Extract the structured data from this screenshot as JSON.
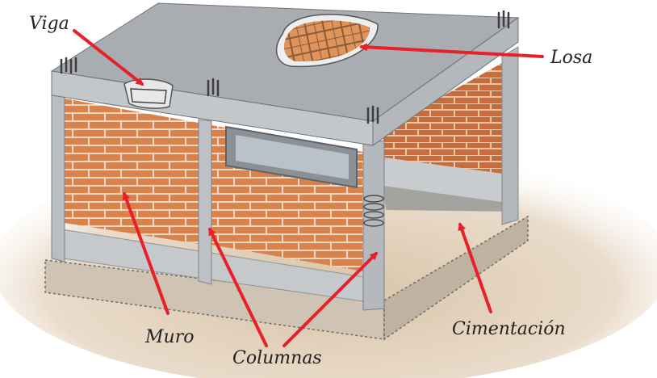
{
  "labels": {
    "viga": "Viga",
    "losa": "Losa",
    "muro": "Muro",
    "columnas": "Columnas",
    "cimentacion": "Cimentación"
  },
  "colors": {
    "arrow": "#e8202a",
    "brick": "#d9824c",
    "mortar": "#efd9c4",
    "concrete": "#b9bcc0",
    "slab_top": "#a7abb0",
    "ground": "#e3d2ba"
  }
}
